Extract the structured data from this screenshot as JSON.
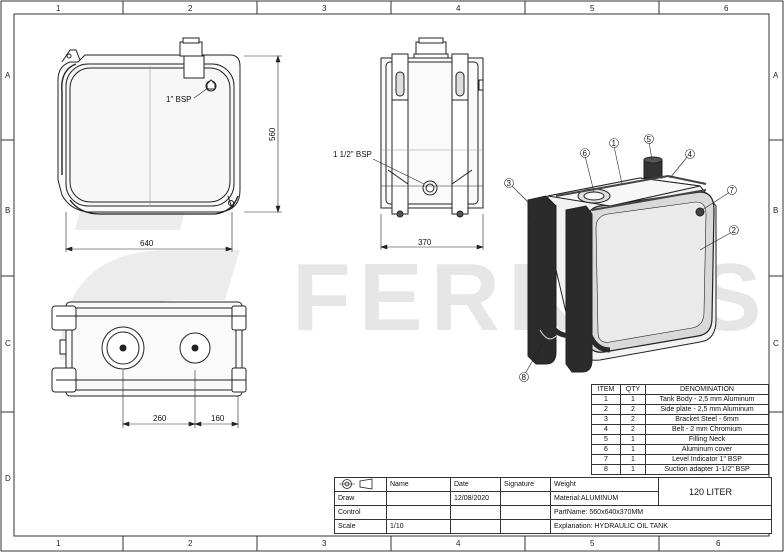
{
  "border": {
    "columns": [
      "1",
      "2",
      "3",
      "4",
      "5",
      "6"
    ],
    "rows": [
      "A",
      "B",
      "C",
      "D"
    ]
  },
  "watermark": "FERKINS",
  "dimensions": {
    "front_width": "640",
    "front_height": "560",
    "side_width": "370",
    "top_left": "260",
    "top_right": "160"
  },
  "ports": {
    "level_indicator": "1\" BSP",
    "suction": "1 1/2\" BSP"
  },
  "callouts": [
    "1",
    "2",
    "3",
    "4",
    "5",
    "6",
    "7",
    "8"
  ],
  "bom": {
    "headers": [
      "ITEM",
      "QTY",
      "DENOMINATION"
    ],
    "rows": [
      [
        "1",
        "1",
        "Tank Body - 2,5 mm Aluminum"
      ],
      [
        "2",
        "2",
        "Side plate - 2,5 mm Aluminum"
      ],
      [
        "3",
        "2",
        "Bracket Steel - 6mm"
      ],
      [
        "4",
        "2",
        "Belt - 2 mm Chromium"
      ],
      [
        "5",
        "1",
        "Filling Neck"
      ],
      [
        "6",
        "1",
        "Aluminum cover"
      ],
      [
        "7",
        "1",
        "Level Indicator 1\" BSP"
      ],
      [
        "8",
        "1",
        "Suction adapter 1-1/2\" BSP"
      ]
    ]
  },
  "title_block": {
    "name_label": "Name",
    "date_label": "Date",
    "signature_label": "Signature",
    "weight_label": "Weight",
    "draw_label": "Draw",
    "draw_date": "12/08/2020",
    "material": "Material:ALUMINUM",
    "control_label": "Control",
    "part_name": "PartName:  560x640x370MM",
    "scale_label": "Scale",
    "scale_value": "1/10",
    "explanation": "Explanation: HYDRAULIC OIL TANK",
    "capacity": "120 LITER"
  },
  "colors": {
    "line": "#222222",
    "watermark": "#e6e6e6",
    "tank_fill": "#f2f2f2",
    "steel_dark": "#2b2b2b"
  }
}
